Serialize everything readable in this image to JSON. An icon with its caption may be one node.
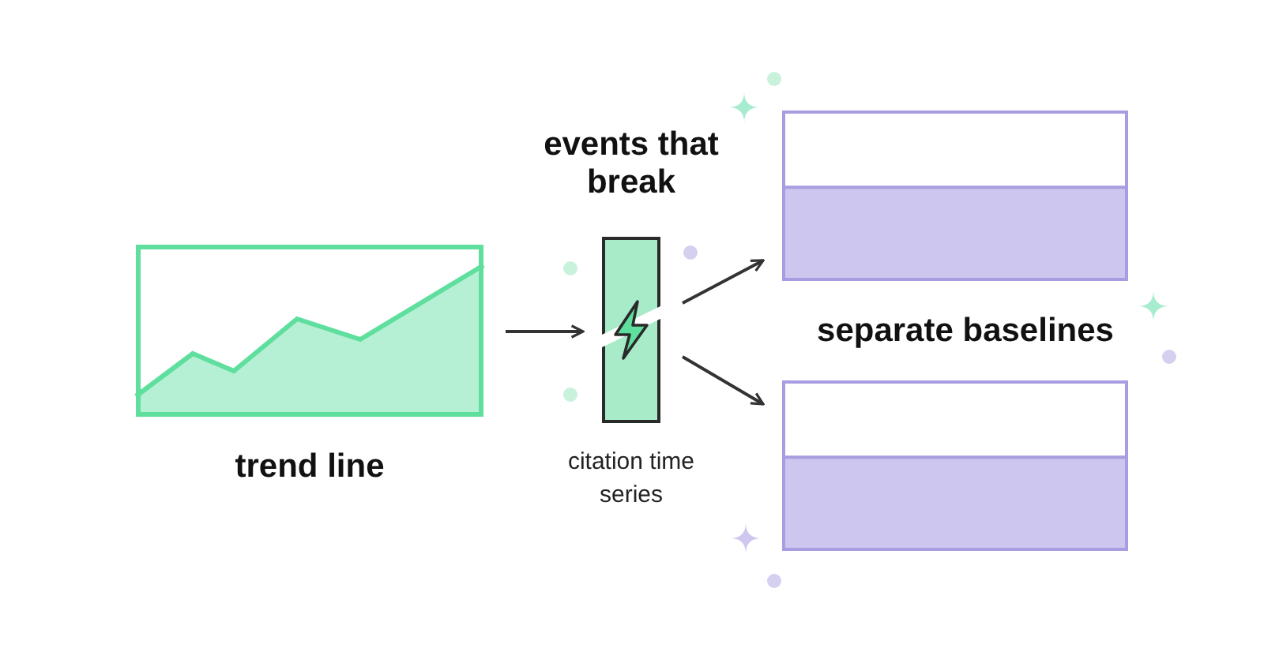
{
  "diagram": {
    "nodes": [
      {
        "text": [
          "trend line"
        ]
      },
      {
        "text": [
          "events that break"
        ],
        "beside": [
          "citation time series"
        ]
      },
      {
        "text": [],
        "shape": "box"
      },
      {
        "text": [],
        "shape": "box"
      }
    ],
    "edges": [
      {
        "from": 0,
        "to": 1,
        "arrow": "to"
      },
      {
        "from": 1,
        "to": 2,
        "arrow": "to"
      },
      {
        "from": 1,
        "to": 3,
        "arrow": "to"
      }
    ],
    "labels": [
      "separate baselines"
    ]
  }
}
